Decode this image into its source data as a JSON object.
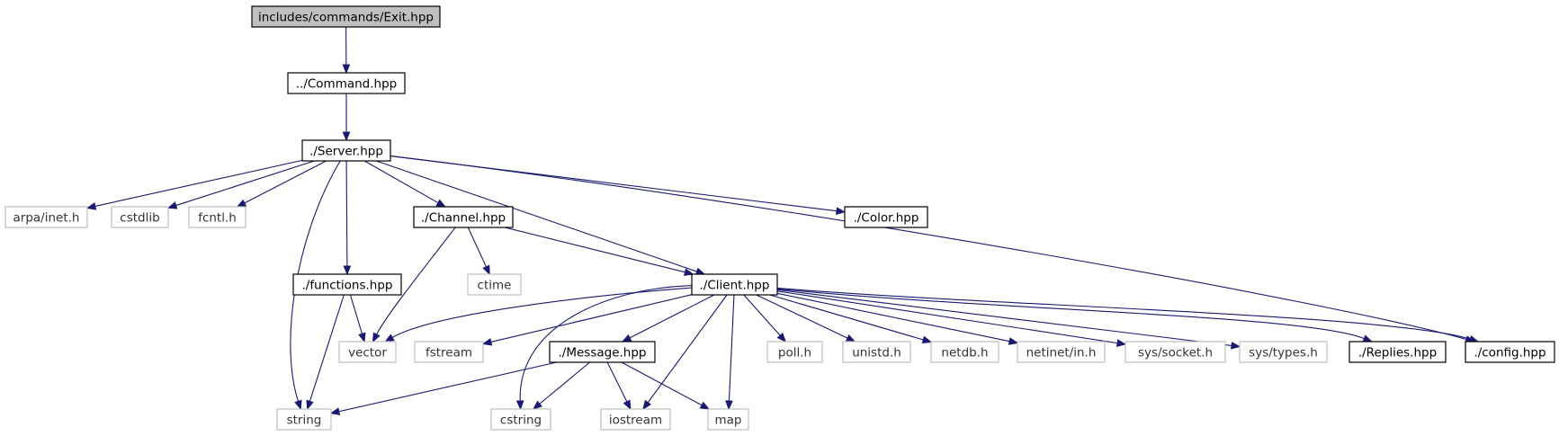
{
  "graph": {
    "colors": {
      "edge": "#191970",
      "internal_border": "#000000",
      "external_border": "#bfbfbf",
      "root_fill": "#bfbfbf",
      "node_fill": "#ffffff"
    },
    "nodes": [
      {
        "id": "exit",
        "label": "includes/commands/Exit.hpp",
        "kind": "root"
      },
      {
        "id": "command",
        "label": "../Command.hpp",
        "kind": "internal"
      },
      {
        "id": "server",
        "label": "./Server.hpp",
        "kind": "internal"
      },
      {
        "id": "arpa",
        "label": "arpa/inet.h",
        "kind": "external"
      },
      {
        "id": "cstdlib",
        "label": "cstdlib",
        "kind": "external"
      },
      {
        "id": "fcntl",
        "label": "fcntl.h",
        "kind": "external"
      },
      {
        "id": "channel",
        "label": "./Channel.hpp",
        "kind": "internal"
      },
      {
        "id": "color",
        "label": "./Color.hpp",
        "kind": "internal"
      },
      {
        "id": "functions",
        "label": "./functions.hpp",
        "kind": "internal"
      },
      {
        "id": "ctime",
        "label": "ctime",
        "kind": "external"
      },
      {
        "id": "client",
        "label": "./Client.hpp",
        "kind": "internal"
      },
      {
        "id": "vector",
        "label": "vector",
        "kind": "external"
      },
      {
        "id": "fstream",
        "label": "fstream",
        "kind": "external"
      },
      {
        "id": "message",
        "label": "./Message.hpp",
        "kind": "internal"
      },
      {
        "id": "poll",
        "label": "poll.h",
        "kind": "external"
      },
      {
        "id": "unistd",
        "label": "unistd.h",
        "kind": "external"
      },
      {
        "id": "netdb",
        "label": "netdb.h",
        "kind": "external"
      },
      {
        "id": "netinet",
        "label": "netinet/in.h",
        "kind": "external"
      },
      {
        "id": "socket",
        "label": "sys/socket.h",
        "kind": "external"
      },
      {
        "id": "types",
        "label": "sys/types.h",
        "kind": "external"
      },
      {
        "id": "replies",
        "label": "./Replies.hpp",
        "kind": "internal"
      },
      {
        "id": "config",
        "label": "./config.hpp",
        "kind": "internal"
      },
      {
        "id": "string",
        "label": "string",
        "kind": "external"
      },
      {
        "id": "cstring",
        "label": "cstring",
        "kind": "external"
      },
      {
        "id": "iostream",
        "label": "iostream",
        "kind": "external"
      },
      {
        "id": "map",
        "label": "map",
        "kind": "external"
      }
    ],
    "edges": [
      {
        "from": "exit",
        "to": "command"
      },
      {
        "from": "command",
        "to": "server"
      },
      {
        "from": "server",
        "to": "arpa"
      },
      {
        "from": "server",
        "to": "cstdlib"
      },
      {
        "from": "server",
        "to": "fcntl"
      },
      {
        "from": "server",
        "to": "string"
      },
      {
        "from": "server",
        "to": "functions"
      },
      {
        "from": "server",
        "to": "channel"
      },
      {
        "from": "server",
        "to": "client"
      },
      {
        "from": "server",
        "to": "config"
      },
      {
        "from": "server",
        "to": "color"
      },
      {
        "from": "channel",
        "to": "vector"
      },
      {
        "from": "channel",
        "to": "ctime"
      },
      {
        "from": "channel",
        "to": "client"
      },
      {
        "from": "functions",
        "to": "vector"
      },
      {
        "from": "functions",
        "to": "string"
      },
      {
        "from": "client",
        "to": "vector"
      },
      {
        "from": "client",
        "to": "fstream"
      },
      {
        "from": "client",
        "to": "message"
      },
      {
        "from": "client",
        "to": "cstring"
      },
      {
        "from": "client",
        "to": "iostream"
      },
      {
        "from": "client",
        "to": "map"
      },
      {
        "from": "client",
        "to": "poll"
      },
      {
        "from": "client",
        "to": "unistd"
      },
      {
        "from": "client",
        "to": "netdb"
      },
      {
        "from": "client",
        "to": "netinet"
      },
      {
        "from": "client",
        "to": "socket"
      },
      {
        "from": "client",
        "to": "types"
      },
      {
        "from": "client",
        "to": "replies"
      },
      {
        "from": "client",
        "to": "config"
      },
      {
        "from": "message",
        "to": "string"
      },
      {
        "from": "message",
        "to": "cstring"
      },
      {
        "from": "message",
        "to": "iostream"
      },
      {
        "from": "message",
        "to": "map"
      }
    ]
  }
}
